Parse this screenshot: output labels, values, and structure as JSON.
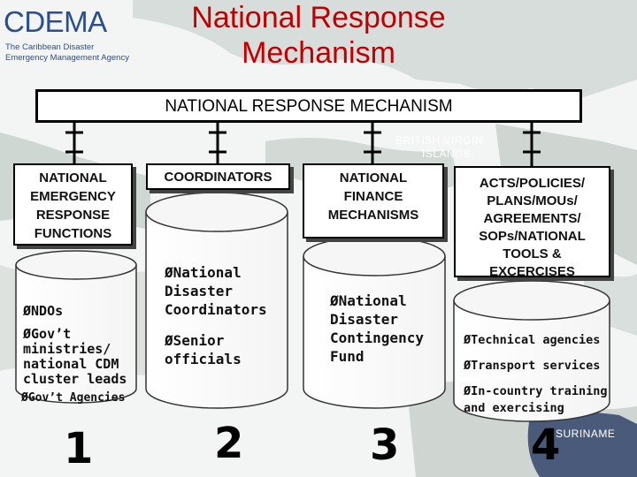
{
  "logo": {
    "name": "CDEMA",
    "tagline_line1": "The Caribbean Disaster",
    "tagline_line2": "Emergency Management Agency"
  },
  "title": {
    "line1": "National Response",
    "line2": "Mechanism"
  },
  "banner": "NATIONAL RESPONSE MECHANISM",
  "map_labels": {
    "bvi_line1": "BRITISH VIRGIN",
    "bvi_line2": "ISLANDS",
    "suriname": "SURINAME"
  },
  "columns": [
    {
      "header_lines": [
        "NATIONAL",
        "EMERGENCY",
        "RESPONSE",
        "FUNCTIONS"
      ],
      "items": [
        "ØNDOs",
        "ØGov’t ministries/ national CDM cluster leads",
        "ØGov’t Agencies"
      ],
      "number": "1"
    },
    {
      "header_lines": [
        "COORDINATORS"
      ],
      "items": [
        "ØNational Disaster Coordinators",
        "ØSenior officials"
      ],
      "number": "2"
    },
    {
      "header_lines": [
        "NATIONAL",
        "FINANCE",
        "MECHANISMS"
      ],
      "items": [
        "ØNational Disaster Contingency Fund"
      ],
      "number": "3"
    },
    {
      "header_lines": [
        "ACTS/POLICIES/",
        "PLANS/MOUs/",
        "AGREEMENTS/",
        "SOPs/NATIONAL",
        "TOOLS &",
        "EXCERCISES"
      ],
      "items": [
        "ØTechnical agencies",
        "ØTransport services",
        "ØIn-country training and exercising"
      ],
      "number": "4"
    }
  ],
  "colors": {
    "title": "#c00000",
    "logo": "#2a4e8f",
    "map_land": "#c9d2ce",
    "map_sea": "#eef1f0"
  }
}
